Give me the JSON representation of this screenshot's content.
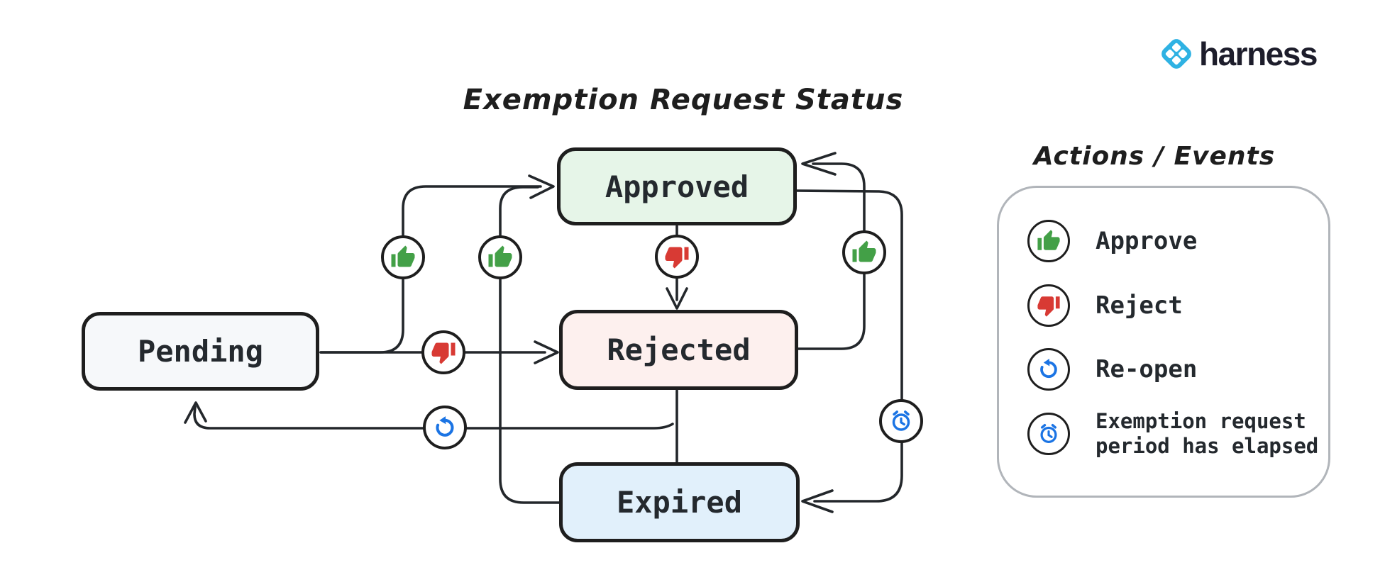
{
  "page": {
    "title": "Exemption Request Status"
  },
  "brand": {
    "name": "harness",
    "logo_icon": "harness-diamond-icon",
    "logo_color": "#2fb2e3"
  },
  "nodes": {
    "pending": {
      "label": "Pending",
      "fill": "#f6f8fa"
    },
    "approved": {
      "label": "Approved",
      "fill": "#e6f5e8"
    },
    "rejected": {
      "label": "Rejected",
      "fill": "#fdf0ee"
    },
    "expired": {
      "label": "Expired",
      "fill": "#e1f0fb"
    }
  },
  "edges": [
    {
      "from": "Pending",
      "to": "Approved",
      "action": "Approve"
    },
    {
      "from": "Pending",
      "to": "Rejected",
      "action": "Reject"
    },
    {
      "from": "Approved",
      "to": "Rejected",
      "action": "Reject"
    },
    {
      "from": "Rejected",
      "to": "Approved",
      "action": "Approve"
    },
    {
      "from": "Expired",
      "to": "Approved",
      "action": "Approve"
    },
    {
      "from": "Approved",
      "to": "Expired",
      "action": "Exemption request period has elapsed"
    },
    {
      "from": "Rejected",
      "to": "Pending",
      "action": "Re-open"
    },
    {
      "from": "Rejected",
      "to": "Expired",
      "action": ""
    }
  ],
  "legend": {
    "title": "Actions / Events",
    "items": [
      {
        "icon": "thumbs-up-icon",
        "label": "Approve",
        "color": "#43a047"
      },
      {
        "icon": "thumbs-down-icon",
        "label": "Reject",
        "color": "#d83a34"
      },
      {
        "icon": "reopen-icon",
        "label": "Re-open",
        "color": "#1b74e4"
      },
      {
        "icon": "alarm-clock-icon",
        "label": "Exemption request period has elapsed",
        "color": "#1b74e4"
      }
    ]
  },
  "colors": {
    "line": "#23272b",
    "node_border": "#1e1e1e",
    "legend_border": "#b1b5ba",
    "approve_green": "#43a047",
    "reject_red": "#d83a34",
    "event_blue": "#1b74e4",
    "brand_blue": "#2fb2e3"
  }
}
